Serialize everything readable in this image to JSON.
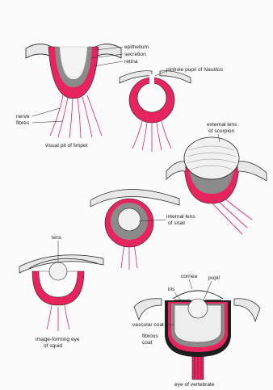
{
  "colors": {
    "background": "#fbfbfb",
    "retina_pink": "#e8245f",
    "pigment_grey": "#8b8b8b",
    "lens_fill": "#f1f1f1",
    "outline": "#222222"
  },
  "limpet": {
    "epithelium": "epithelium",
    "secretion": "secretion",
    "retina": "retina",
    "nerve_1": "nerve",
    "nerve_2": "fibres",
    "caption": "visual pit of limpet"
  },
  "nautilus": {
    "pupil_label": "pinhole pupil of",
    "pupil_label_italic": "Nautilus"
  },
  "scorpion": {
    "lens_1": "external lens",
    "lens_2": "of scorpion"
  },
  "snail": {
    "lens_1": "internal lens",
    "lens_2": "of snail"
  },
  "squid": {
    "lens": "lens",
    "caption_1": "image-forming eye",
    "caption_2": "of squid"
  },
  "vertebrate": {
    "cornea": "cornea",
    "iris": "iris",
    "pupil": "pupil",
    "vascular": "vascular coat",
    "fibrous_1": "fibrous",
    "fibrous_2": "coat",
    "caption": "eye of vertebrate"
  }
}
